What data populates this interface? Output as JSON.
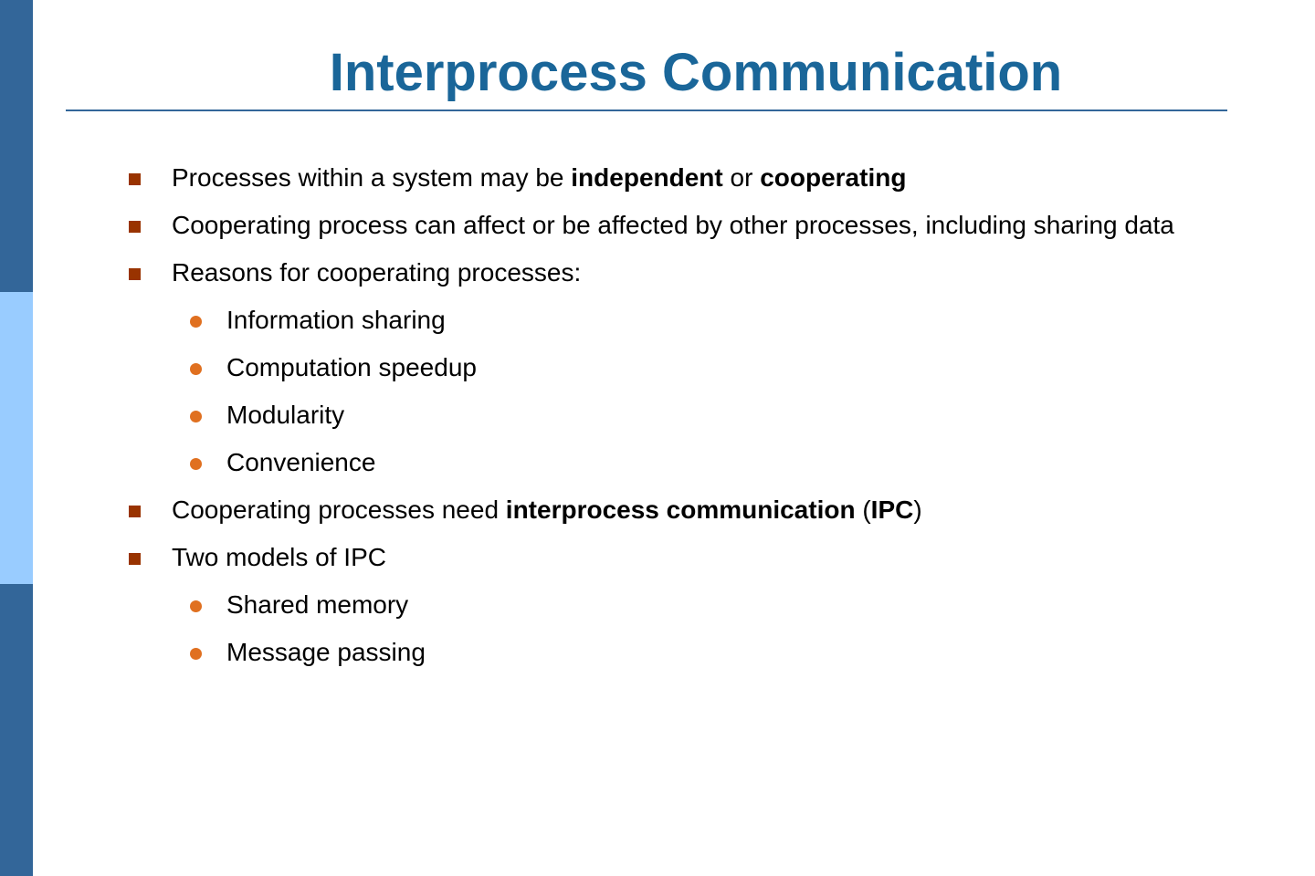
{
  "colors": {
    "background": "#ffffff",
    "sidebar_dark": "#336699",
    "sidebar_light": "#99ccff",
    "title": "#1a6699",
    "rule": "#336699",
    "square_bullet": "#993300",
    "dot_bullet": "#e07020",
    "text": "#000000"
  },
  "slide": {
    "title": "Interprocess Communication",
    "items": [
      {
        "level": 1,
        "segments": [
          {
            "text": "Processes within a system may be ",
            "bold": false
          },
          {
            "text": "independent",
            "bold": true
          },
          {
            "text": " or ",
            "bold": false
          },
          {
            "text": "cooperating",
            "bold": true
          }
        ]
      },
      {
        "level": 1,
        "segments": [
          {
            "text": "Cooperating process can affect or be affected by other processes, including sharing data",
            "bold": false
          }
        ]
      },
      {
        "level": 1,
        "segments": [
          {
            "text": "Reasons for cooperating processes:",
            "bold": false
          }
        ]
      },
      {
        "level": 2,
        "segments": [
          {
            "text": "Information sharing",
            "bold": false
          }
        ]
      },
      {
        "level": 2,
        "segments": [
          {
            "text": "Computation speedup",
            "bold": false
          }
        ]
      },
      {
        "level": 2,
        "segments": [
          {
            "text": "Modularity",
            "bold": false
          }
        ]
      },
      {
        "level": 2,
        "segments": [
          {
            "text": "Convenience",
            "bold": false
          }
        ]
      },
      {
        "level": 1,
        "segments": [
          {
            "text": "Cooperating processes need ",
            "bold": false
          },
          {
            "text": "interprocess communication",
            "bold": true
          },
          {
            "text": " (",
            "bold": false
          },
          {
            "text": "IPC",
            "bold": true
          },
          {
            "text": ")",
            "bold": false
          }
        ]
      },
      {
        "level": 1,
        "segments": [
          {
            "text": "Two models of IPC",
            "bold": false
          }
        ]
      },
      {
        "level": 2,
        "segments": [
          {
            "text": "Shared memory",
            "bold": false
          }
        ]
      },
      {
        "level": 2,
        "segments": [
          {
            "text": "Message passing",
            "bold": false
          }
        ]
      }
    ]
  }
}
